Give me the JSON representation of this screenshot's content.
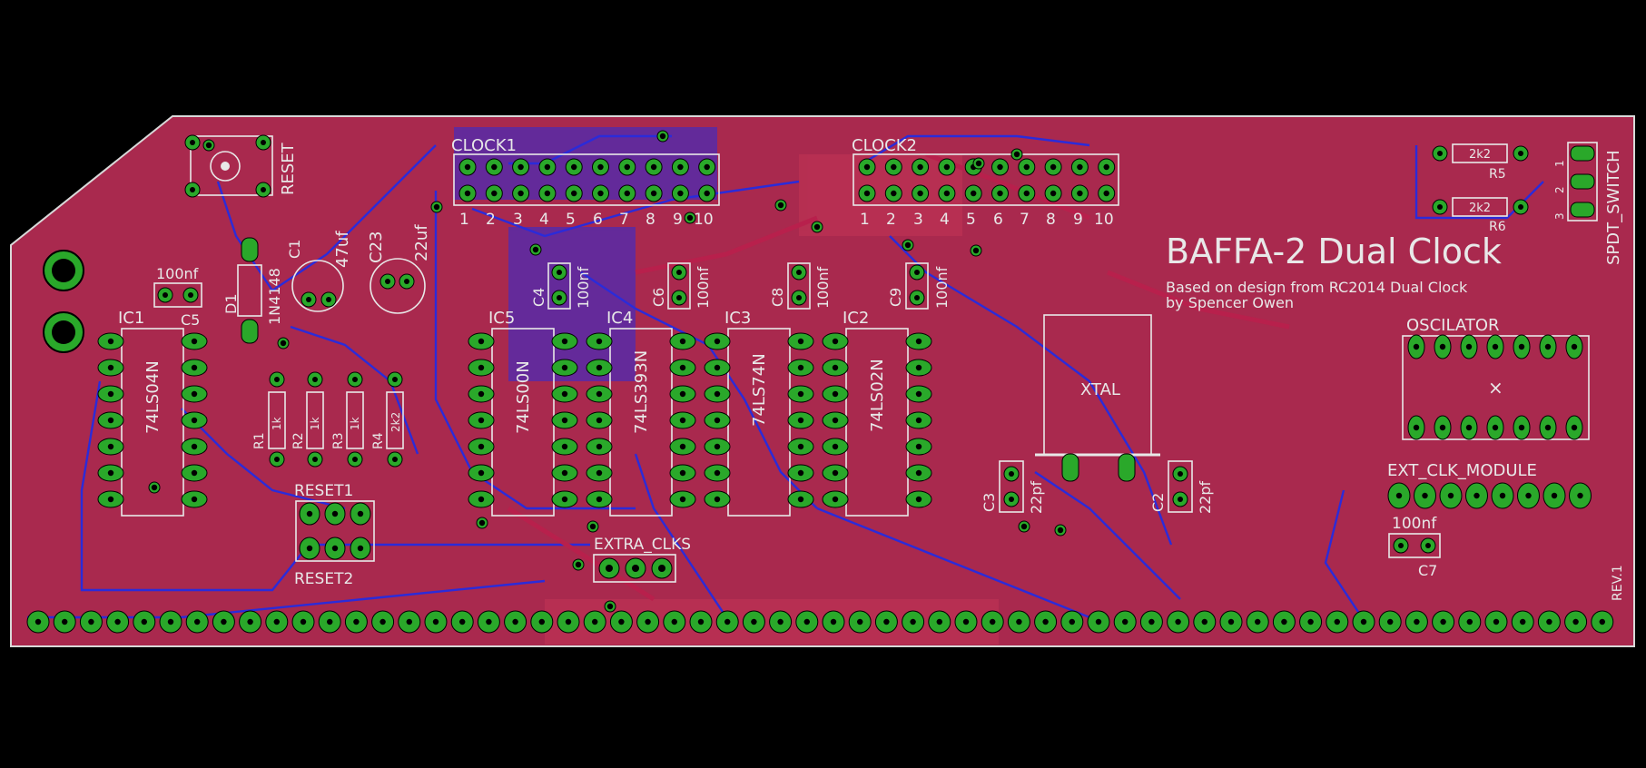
{
  "colors": {
    "background": "#000000",
    "board": "#a9294e",
    "copper_top": "#c23555",
    "copper_bottom": "#2b2bd9",
    "pad": "#2aa82a",
    "silkscreen": "#e8e8e8"
  },
  "title": {
    "main": "BAFFA-2 Dual Clock",
    "sub1": "Based on design from RC2014 Dual Clock",
    "sub2": "by Spencer Owen"
  },
  "labels": {
    "reset_button": "RESET",
    "clock1": "CLOCK1",
    "clock2": "CLOCK2",
    "spdt": "SPDT_SWITCH",
    "oscilator": "OSCILATOR",
    "ext_clk": "EXT_CLK_MODULE",
    "extra_clks": "EXTRA_CLKS",
    "reset1": "RESET1",
    "reset2": "RESET2",
    "xtal": "XTAL",
    "rev": "REV.1"
  },
  "components": {
    "ic1": {
      "ref": "IC1",
      "part": "74LS04N"
    },
    "ic5": {
      "ref": "IC5",
      "part": "74LS00N"
    },
    "ic4": {
      "ref": "IC4",
      "part": "74LS393N"
    },
    "ic3": {
      "ref": "IC3",
      "part": "74LS74N"
    },
    "ic2": {
      "ref": "IC2",
      "part": "74LS02N"
    },
    "c1": {
      "ref": "C1",
      "value": "47uf"
    },
    "c23": {
      "ref": "C23",
      "value": "22uf"
    },
    "d1": {
      "ref": "D1",
      "value": "1N4148"
    },
    "c5": {
      "ref": "C5",
      "value": "100nf"
    },
    "c4": {
      "ref": "C4",
      "value": "100nf"
    },
    "c6": {
      "ref": "C6",
      "value": "100nf"
    },
    "c8": {
      "ref": "C8",
      "value": "100nf"
    },
    "c9": {
      "ref": "C9",
      "value": "100nf"
    },
    "c3": {
      "ref": "C3",
      "value": "22pf"
    },
    "c2": {
      "ref": "C2",
      "value": "22pf"
    },
    "c7": {
      "ref": "C7",
      "value": "100nf"
    },
    "r1": {
      "ref": "R1",
      "value": "1k"
    },
    "r2": {
      "ref": "R2",
      "value": "1k"
    },
    "r3": {
      "ref": "R3",
      "value": "1k"
    },
    "r4": {
      "ref": "R4",
      "value": "2k2"
    },
    "r5": {
      "ref": "R5",
      "value": "2k2"
    },
    "r6": {
      "ref": "R6",
      "value": "2k2"
    }
  },
  "header_pins": [
    "1",
    "2",
    "3",
    "4",
    "5",
    "6",
    "7",
    "8",
    "9",
    "10"
  ],
  "spdt_pins": [
    "1",
    "2",
    "3"
  ]
}
